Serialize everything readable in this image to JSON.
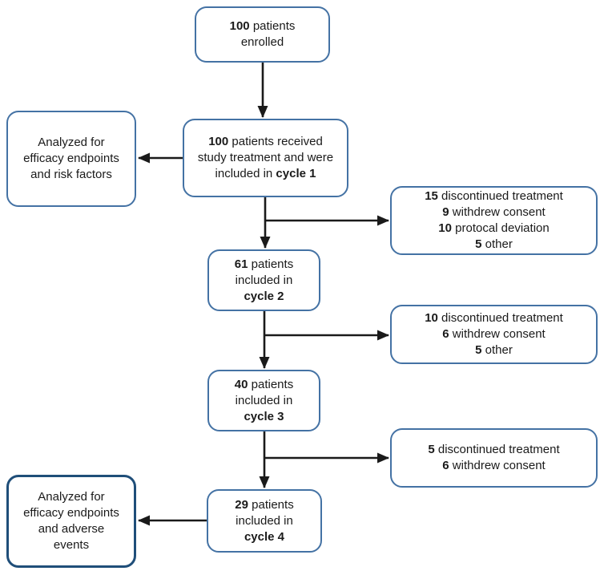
{
  "colors": {
    "box_border": "#4472a4",
    "box_border_dark": "#1f4e79",
    "arrow": "#1a1a1a",
    "text": "#1a1a1a"
  },
  "boxes": {
    "enrolled": {
      "lines": [
        [
          {
            "t": "100",
            "b": true
          },
          {
            "t": " patients",
            "b": false
          }
        ],
        [
          {
            "t": "enrolled",
            "b": false
          }
        ]
      ]
    },
    "cycle1": {
      "lines": [
        [
          {
            "t": "100",
            "b": true
          },
          {
            "t": " patients received",
            "b": false
          }
        ],
        [
          {
            "t": "study treatment and were",
            "b": false
          }
        ],
        [
          {
            "t": "included in ",
            "b": false
          },
          {
            "t": "cycle 1",
            "b": true
          }
        ]
      ]
    },
    "analyzed_risk": {
      "lines": [
        [
          {
            "t": "Analyzed for",
            "b": false
          }
        ],
        [
          {
            "t": "efficacy endpoints",
            "b": false
          }
        ],
        [
          {
            "t": "and risk factors",
            "b": false
          }
        ]
      ]
    },
    "disc1": {
      "lines": [
        [
          {
            "t": "15",
            "b": true
          },
          {
            "t": " discontinued treatment",
            "b": false
          }
        ],
        [
          {
            "t": "9",
            "b": true
          },
          {
            "t": " withdrew consent",
            "b": false
          }
        ],
        [
          {
            "t": "10",
            "b": true
          },
          {
            "t": " protocal deviation",
            "b": false
          }
        ],
        [
          {
            "t": "5",
            "b": true
          },
          {
            "t": " other",
            "b": false
          }
        ]
      ]
    },
    "cycle2": {
      "lines": [
        [
          {
            "t": "61",
            "b": true
          },
          {
            "t": " patients",
            "b": false
          }
        ],
        [
          {
            "t": "included in",
            "b": false
          }
        ],
        [
          {
            "t": "cycle 2",
            "b": true
          }
        ]
      ]
    },
    "disc2": {
      "lines": [
        [
          {
            "t": "10",
            "b": true
          },
          {
            "t": " discontinued treatment",
            "b": false
          }
        ],
        [
          {
            "t": "6",
            "b": true
          },
          {
            "t": " withdrew consent",
            "b": false
          }
        ],
        [
          {
            "t": "5",
            "b": true
          },
          {
            "t": " other",
            "b": false
          }
        ]
      ]
    },
    "cycle3": {
      "lines": [
        [
          {
            "t": "40",
            "b": true
          },
          {
            "t": " patients",
            "b": false
          }
        ],
        [
          {
            "t": "included in",
            "b": false
          }
        ],
        [
          {
            "t": "cycle 3",
            "b": true
          }
        ]
      ]
    },
    "disc3": {
      "lines": [
        [
          {
            "t": "5",
            "b": true
          },
          {
            "t": " discontinued treatment",
            "b": false
          }
        ],
        [
          {
            "t": "6",
            "b": true
          },
          {
            "t": " withdrew consent",
            "b": false
          }
        ]
      ]
    },
    "cycle4": {
      "lines": [
        [
          {
            "t": "29",
            "b": true
          },
          {
            "t": " patients",
            "b": false
          }
        ],
        [
          {
            "t": "included in",
            "b": false
          }
        ],
        [
          {
            "t": "cycle 4",
            "b": true
          }
        ]
      ]
    },
    "analyzed_adverse": {
      "lines": [
        [
          {
            "t": "Analyzed for",
            "b": false
          }
        ],
        [
          {
            "t": "efficacy endpoints",
            "b": false
          }
        ],
        [
          {
            "t": "and adverse",
            "b": false
          }
        ],
        [
          {
            "t": "events",
            "b": false
          }
        ]
      ]
    }
  }
}
